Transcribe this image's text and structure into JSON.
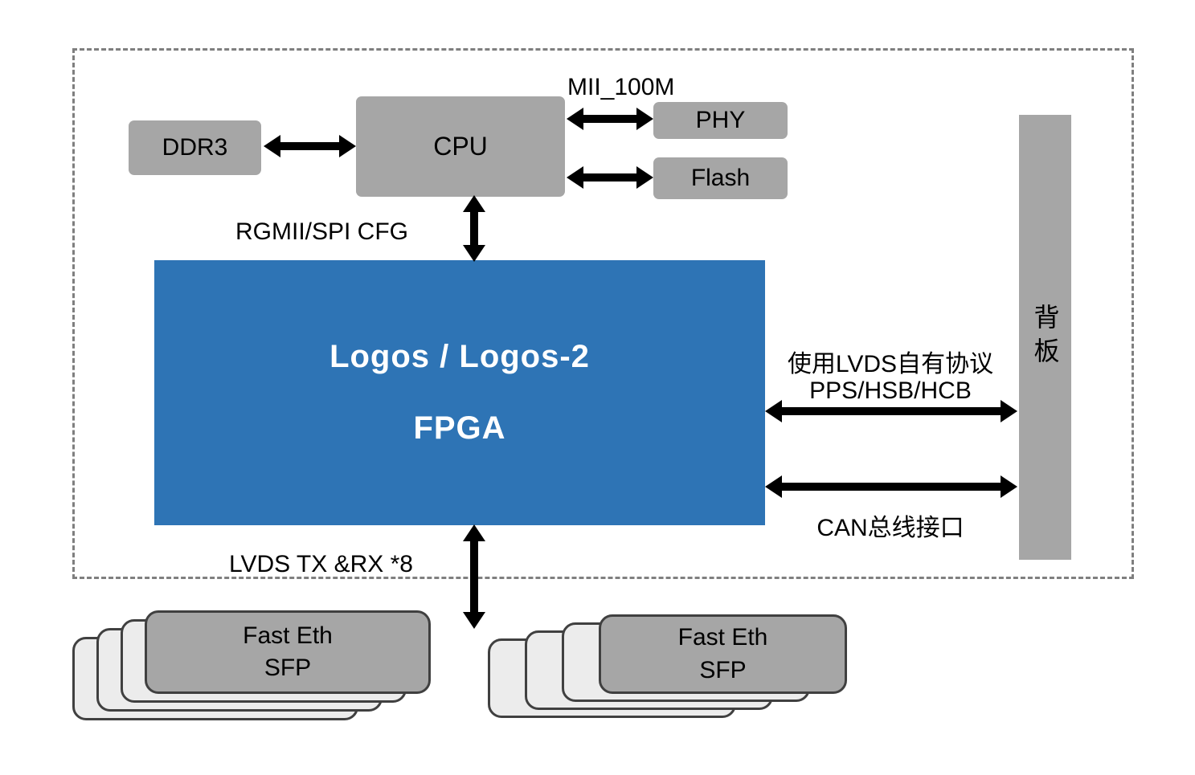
{
  "blocks": {
    "ddr3": {
      "label": "DDR3"
    },
    "cpu": {
      "label": "CPU"
    },
    "phy": {
      "label": "PHY"
    },
    "flash": {
      "label": "Flash"
    },
    "fpga": {
      "title": "Logos / Logos-2",
      "subtitle": "FPGA"
    },
    "backplane": {
      "label": "背板"
    }
  },
  "labels": {
    "mii": "MII_100M",
    "rgmii": "RGMII/SPI CFG",
    "lvds_protocol": "使用LVDS自有协议",
    "pps": "PPS/HSB/HCB",
    "can": "CAN总线接口",
    "lvds_tx": "LVDS TX &RX *8"
  },
  "cards": {
    "left": {
      "line1": "Fast Eth",
      "line2": "SFP"
    },
    "right": {
      "line1": "Fast Eth",
      "line2": "SFP"
    }
  },
  "colors": {
    "block_gray": "#a6a6a6",
    "fpga_blue": "#2e74b5",
    "card_back_gray": "#ececec",
    "card_border": "#404040",
    "arrow_black": "#000000",
    "dashed_border": "#7f7f7f"
  }
}
